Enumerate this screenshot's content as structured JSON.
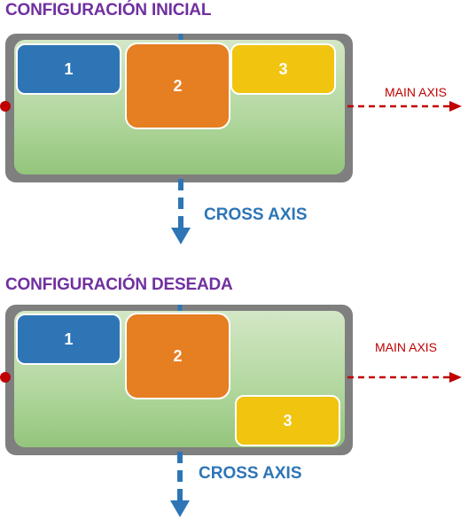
{
  "diagrams": [
    {
      "heading": "CONFIGURACIÓN INICIAL",
      "items": [
        {
          "label": "1",
          "color": "#2e75b6"
        },
        {
          "label": "2",
          "color": "#e67e22"
        },
        {
          "label": "3",
          "color": "#f1c40f"
        }
      ],
      "main_axis_label": "MAIN AXIS",
      "cross_axis_label": "CROSS AXIS"
    },
    {
      "heading": "CONFIGURACIÓN DESEADA",
      "items": [
        {
          "label": "1",
          "color": "#2e75b6"
        },
        {
          "label": "2",
          "color": "#e67e22"
        },
        {
          "label": "3",
          "color": "#f1c40f"
        }
      ],
      "main_axis_label": "MAIN AXIS",
      "cross_axis_label": "CROSS AXIS"
    }
  ],
  "colors": {
    "heading": "#7030a0",
    "main_axis": "#c00000",
    "cross_axis": "#2e75b6",
    "frame": "#7f7f7f"
  }
}
